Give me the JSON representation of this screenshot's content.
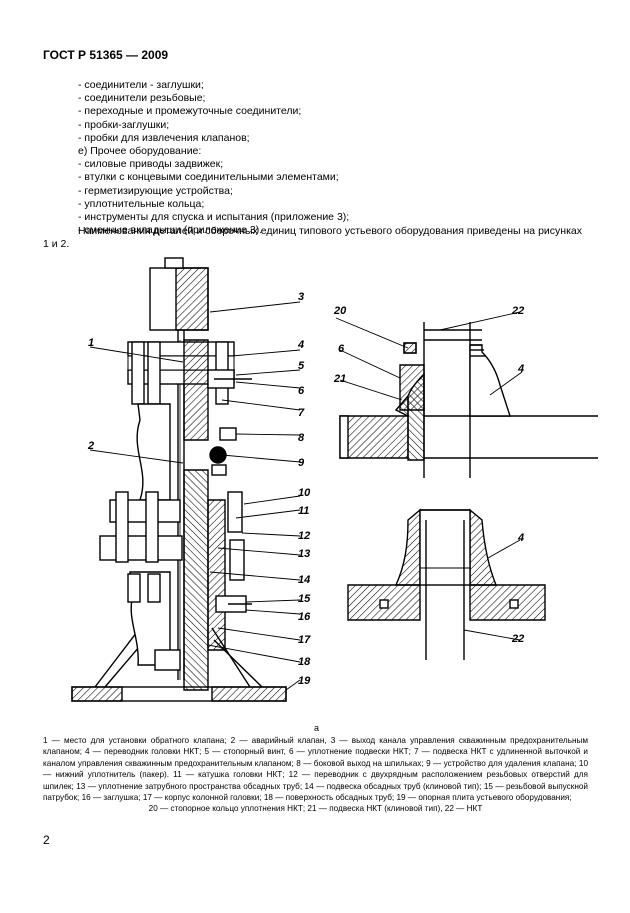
{
  "header": "ГОСТ Р 51365 — 2009",
  "list_items": [
    "- соединители - заглушки;",
    "- соединители резьбовые;",
    "- переходные и промежуточные соединители;",
    "- пробки-заглушки;",
    "- пробки для извлечения клапанов;",
    "е) Прочее оборудование:",
    "- силовые приводы задвижек;",
    "- втулки с концевыми соединительными элементами;",
    "- герметизирующие устройства;",
    "- уплотнительные кольца;",
    "- инструменты для спуска и испытания (приложение 3);",
    "- сменные вкладыши (приложение 3)."
  ],
  "paragraph": "Наименования деталей и сборочных единиц типового устьевого оборудования приведены на рисунках 1 и 2.",
  "figure": {
    "left_labels": [
      "1",
      "2"
    ],
    "right_labels": [
      "3",
      "4",
      "5",
      "6",
      "7",
      "8",
      "9",
      "10",
      "11",
      "12",
      "13",
      "14",
      "15",
      "16",
      "17",
      "18",
      "19"
    ],
    "detail_top_labels": [
      "20",
      "22",
      "6",
      "21",
      "4"
    ],
    "detail_bottom_labels": [
      "4",
      "22"
    ],
    "caption": "а"
  },
  "legend_lines": [
    "1 — место для установки обратного клапана; 2 — аварийный клапан, 3 — выход канала управления скважинным предохранительным клапаном; 4 — переводник головки НКТ; 5 — стопорный винт, 6 — уплотнение подвески НКТ; 7 — подвеска НКТ с удлиненной выточкой и каналом управления скважинным предохранительным клапаном; 8 — боковой выход на шпильках; 9 — устройство для удаления клапана; 10 — нижний уплотнитель (пакер). 11 — катушка головки НКТ; 12 — переводник с двухрядным расположением резьбовых отверстий для шпилек; 13 — уплотнение затрубного пространства обсадных труб; 14 — подвеска обсадных труб (клиновой тип); 15 — резьбовой выпускной патрубок; 16 — заглушка; 17 — корпус колонной головки; 18 — поверхность обсадных труб; 19 — опорная плита устьевого оборудования;",
    "20 — стопорное кольцо уплотнения НКТ; 21 — подвеска НКТ (клиновой тип), 22 — НКТ"
  ],
  "page_number": "2"
}
